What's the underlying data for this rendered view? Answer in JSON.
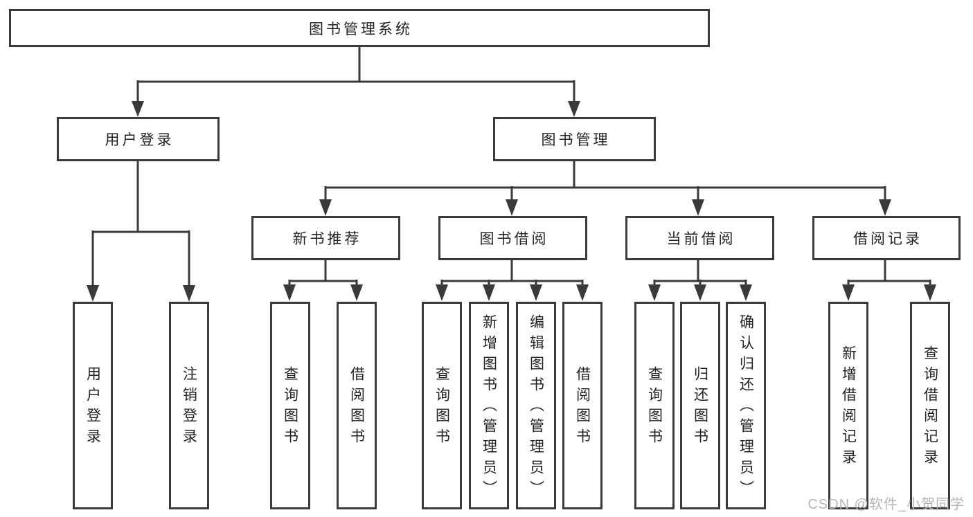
{
  "diagram": {
    "title": "图书管理系统",
    "root": {
      "label": "图书管理系统"
    },
    "branches": [
      {
        "label": "用户登录",
        "children": [
          {
            "label": "用户登录"
          },
          {
            "label": "注销登录"
          }
        ]
      },
      {
        "label": "图书管理",
        "children": [
          {
            "label": "新书推荐",
            "children": [
              {
                "label": "查询图书"
              },
              {
                "label": "借阅图书"
              }
            ]
          },
          {
            "label": "图书借阅",
            "children": [
              {
                "label": "查询图书"
              },
              {
                "label": "新增图书（管理员）"
              },
              {
                "label": "编辑图书（管理员）"
              },
              {
                "label": "借阅图书"
              }
            ]
          },
          {
            "label": "当前借阅",
            "children": [
              {
                "label": "查询图书"
              },
              {
                "label": "归还图书"
              },
              {
                "label": "确认归还（管理员）"
              }
            ]
          },
          {
            "label": "借阅记录",
            "children": [
              {
                "label": "新增借阅记录"
              },
              {
                "label": "查询借阅记录"
              }
            ]
          }
        ]
      }
    ]
  },
  "watermark": {
    "text": "CSDN @软件_小贺同学"
  },
  "colors": {
    "line": "#3a3a3a",
    "box_border": "#3a3a3a",
    "text": "#222222",
    "background": "#ffffff",
    "watermark": "#b5b5b5"
  }
}
